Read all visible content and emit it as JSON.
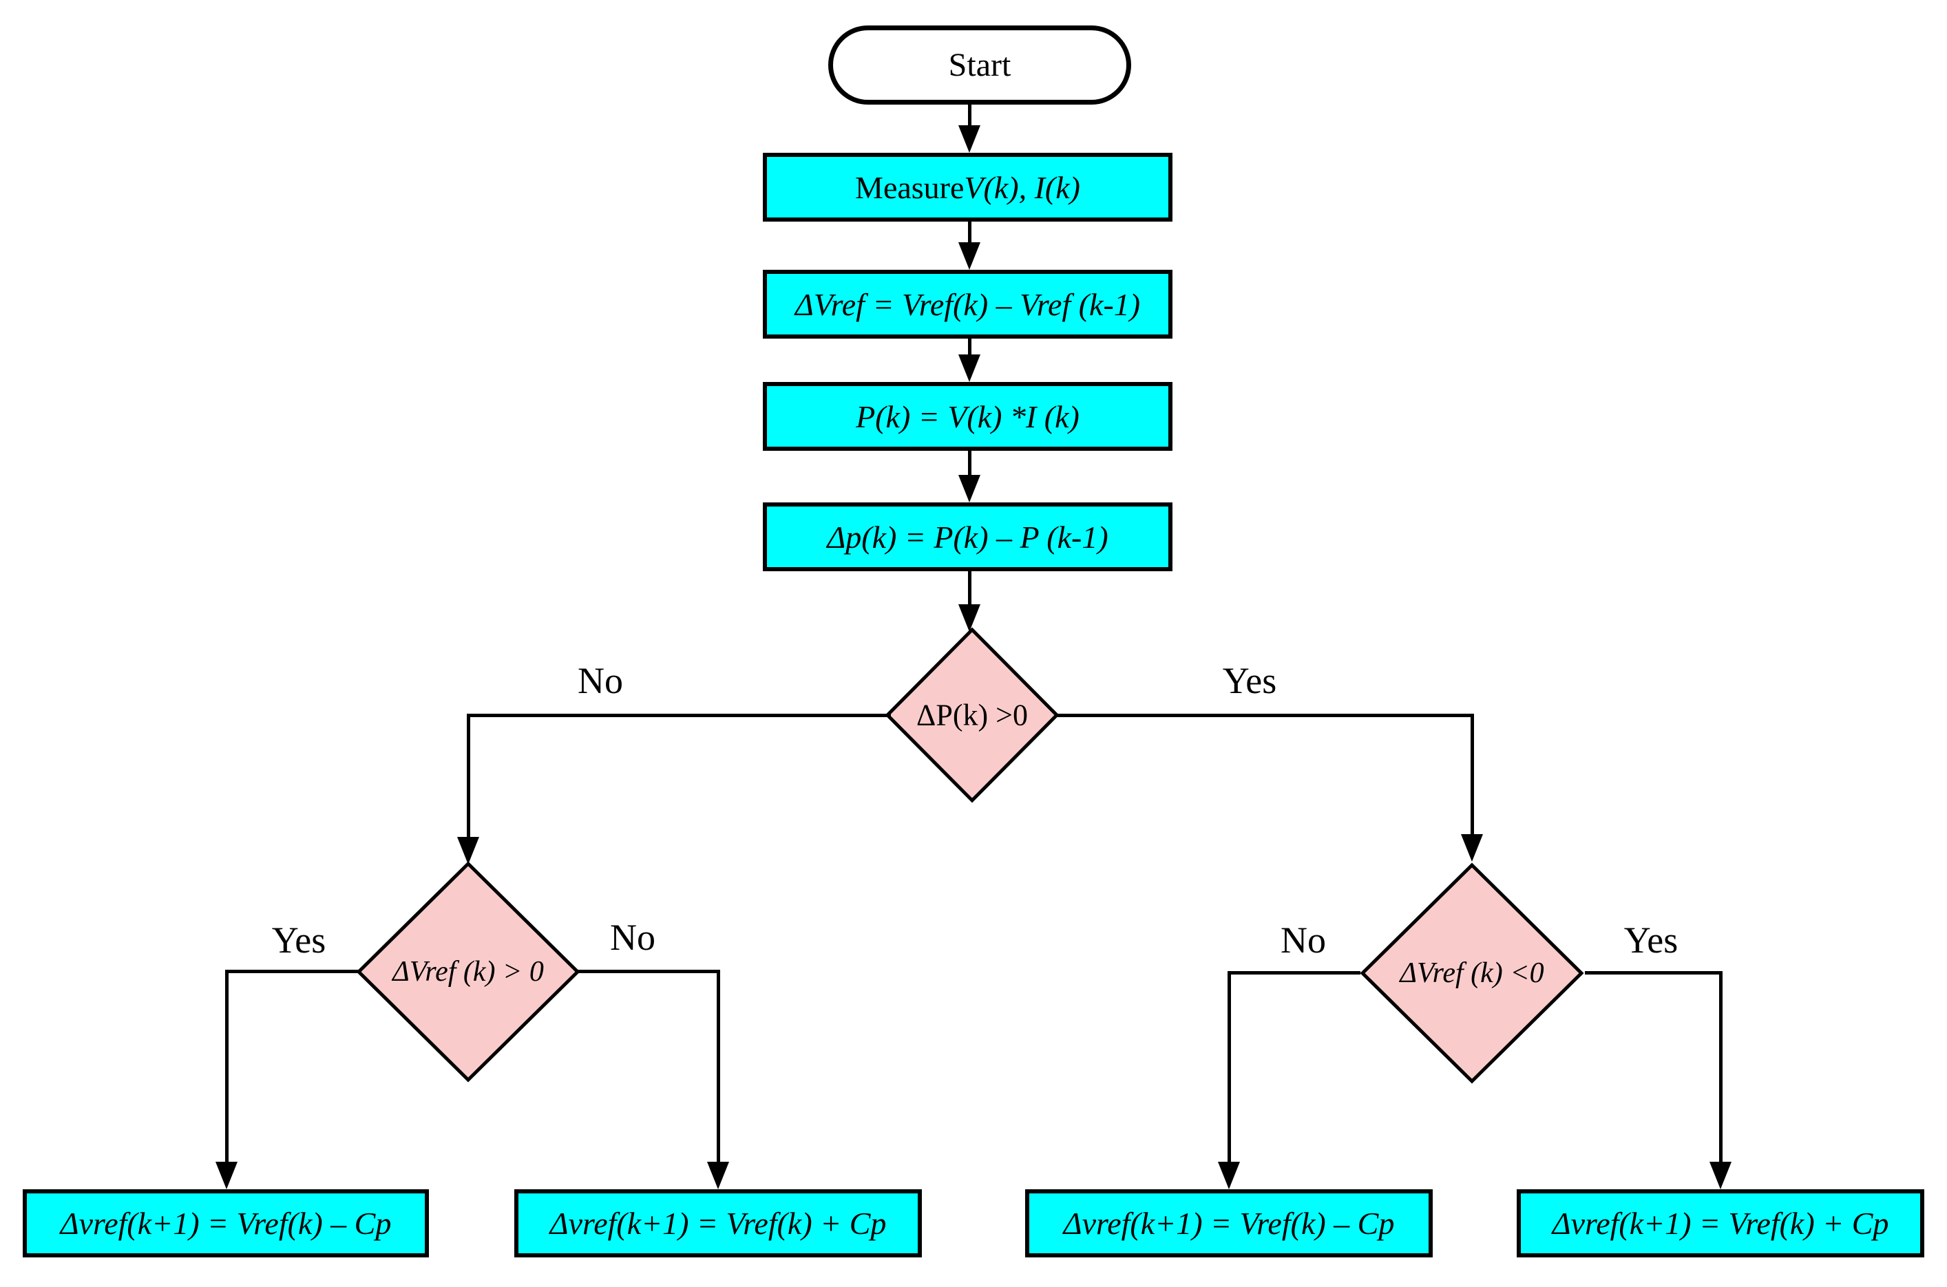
{
  "diagram": {
    "type": "flowchart",
    "description": "Perturb and Observe MPPT algorithm flowchart",
    "colors": {
      "process_fill": "#00FFFF",
      "decision_fill": "#F9CCCB",
      "stroke": "#000000",
      "background": "#FFFFFF"
    },
    "nodes": {
      "start": {
        "shape": "terminator",
        "label": "Start"
      },
      "measure": {
        "shape": "process",
        "prefix": "Measure ",
        "math": "V(k), I(k)"
      },
      "delta_vref": {
        "shape": "process",
        "label": "ΔVref = Vref(k) – Vref (k-1)"
      },
      "power": {
        "shape": "process",
        "label": "P(k) = V(k) *I (k)"
      },
      "delta_p": {
        "shape": "process",
        "label": "Δp(k) = P(k) – P (k-1)"
      },
      "decision_main": {
        "shape": "decision",
        "label": "ΔP(k) >0"
      },
      "decision_left": {
        "shape": "decision",
        "label": "ΔVref (k) > 0"
      },
      "decision_right": {
        "shape": "decision",
        "label": "ΔVref (k) <0"
      },
      "output_1": {
        "shape": "process",
        "label": "Δvref(k+1) = Vref(k) – Cp"
      },
      "output_2": {
        "shape": "process",
        "label": "Δvref(k+1) = Vref(k) + Cp"
      },
      "output_3": {
        "shape": "process",
        "label": "Δvref(k+1) = Vref(k) – Cp"
      },
      "output_4": {
        "shape": "process",
        "label": "Δvref(k+1) = Vref(k) + Cp"
      }
    },
    "edge_labels": {
      "main_no": "No",
      "main_yes": "Yes",
      "left_yes": "Yes",
      "left_no": "No",
      "right_no": "No",
      "right_yes": "Yes"
    }
  }
}
